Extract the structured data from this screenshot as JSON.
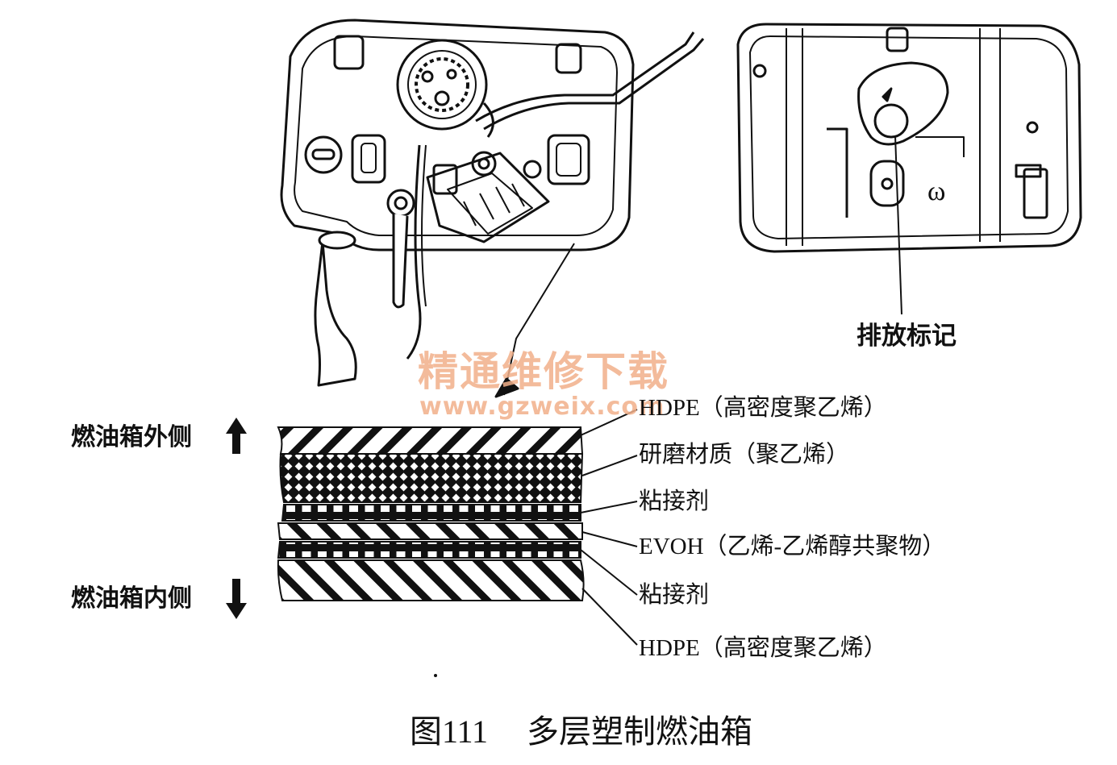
{
  "drawing": {
    "drain_mark_label": "排放标记"
  },
  "watermark": {
    "site_name": "精通维修下载",
    "site_url": "www.gzweix.com"
  },
  "layers": {
    "outer_label": "燃油箱外侧",
    "inner_label": "燃油箱内侧",
    "items": [
      {
        "name": "HDPE（高密度聚乙烯）"
      },
      {
        "name": "研磨材质（聚乙烯）"
      },
      {
        "name": "粘接剂"
      },
      {
        "name": "EVOH（乙烯-乙烯醇共聚物）"
      },
      {
        "name": "粘接剂"
      },
      {
        "name": "HDPE（高密度聚乙烯）"
      }
    ]
  },
  "caption": {
    "figure_number": "图111",
    "title": "多层塑制燃油箱"
  },
  "colors": {
    "ink": "#111111",
    "watermark": "#f2b08a"
  },
  "icons": [
    "arrow-up-icon",
    "arrow-down-icon"
  ]
}
